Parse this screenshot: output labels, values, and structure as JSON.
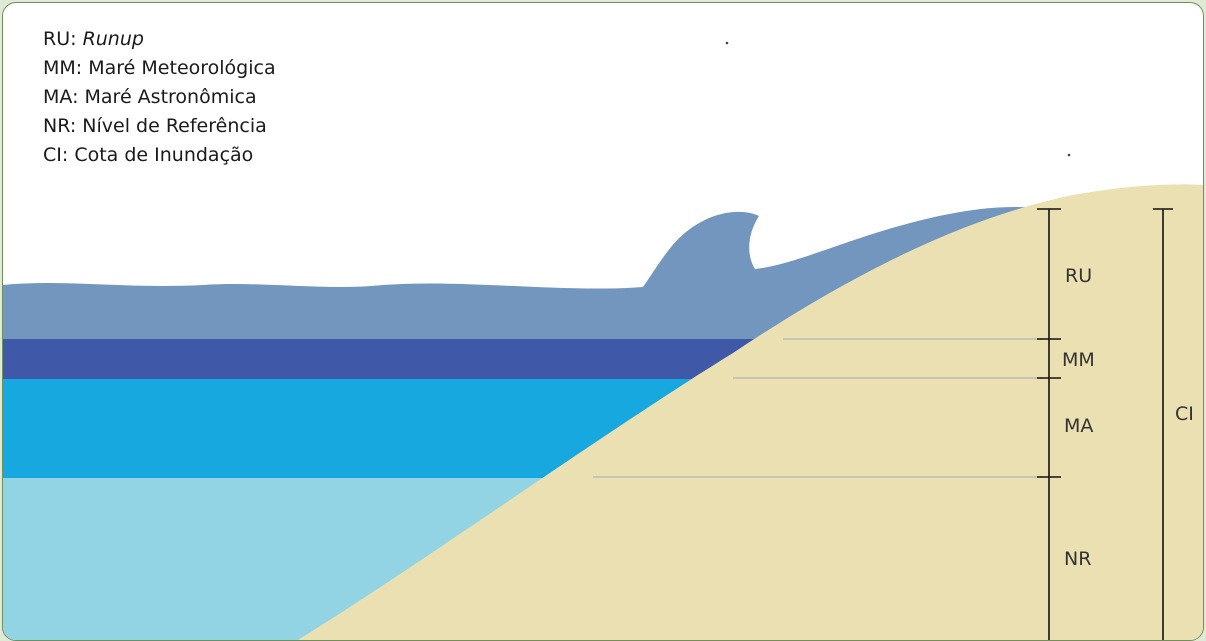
{
  "legend": {
    "items": [
      {
        "abbr": "RU",
        "text": "Runup",
        "italic": true
      },
      {
        "abbr": "MM",
        "text": "Maré Meteorológica",
        "italic": false
      },
      {
        "abbr": "MA",
        "text": "Maré Astronômica",
        "italic": false
      },
      {
        "abbr": "NR",
        "text": "Nível de Referência",
        "italic": false
      },
      {
        "abbr": "CI",
        "text": "Cota de Inundação",
        "italic": false
      }
    ]
  },
  "levels": {
    "ru": "RU",
    "mm": "MM",
    "ma": "MA",
    "nr": "NR",
    "ci": "CI"
  },
  "colors": {
    "background_frame": "#dfe9d5",
    "border": "#6f8f5c",
    "runup_water": "#7296bd",
    "meteorological_tide": "#3f58a8",
    "astronomical_tide": "#17a8df",
    "reference_level": "#93d4e4",
    "sand": "#ebe0b1",
    "lines": "#111111"
  }
}
